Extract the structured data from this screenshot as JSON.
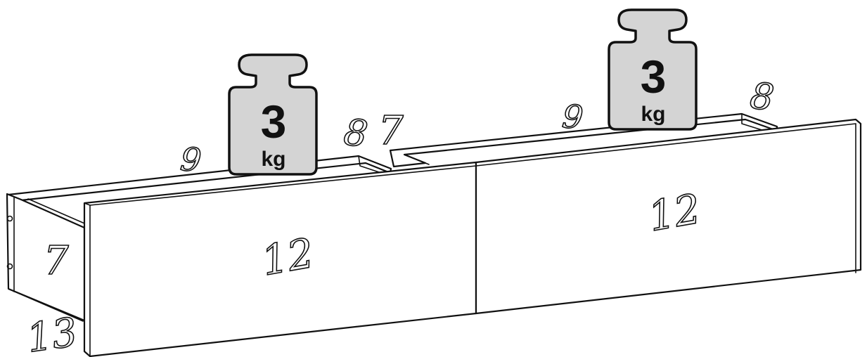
{
  "labels": {
    "left_top_rail": "9",
    "left_back_divider": "8",
    "middle_side": "7",
    "right_top_rail": "9",
    "right_back_divider": "8",
    "left_side_panel": "7",
    "left_front": "12",
    "right_front": "12",
    "bottom_part": "13"
  },
  "weights": [
    {
      "value": "3",
      "unit": "kg"
    },
    {
      "value": "3",
      "unit": "kg"
    }
  ],
  "colors": {
    "weight_fill": "#d4d4d4",
    "line": "#111111",
    "background": "#ffffff"
  }
}
